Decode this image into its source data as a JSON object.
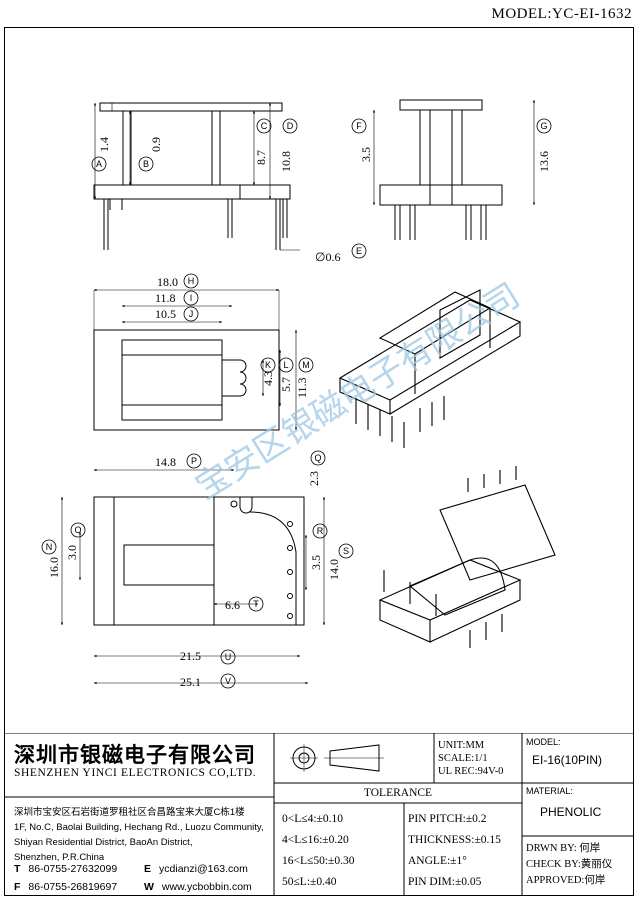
{
  "header": {
    "model_label": "MODEL:YC-EI-1632"
  },
  "dimensions": {
    "d1": "1.4",
    "d2": "0.9",
    "d3": "8.7",
    "d4": "10.8",
    "d5": "3.5",
    "d6": "13.6",
    "d7": "∅0.6",
    "d8": "18.0",
    "d9": "11.8",
    "d10": "10.5",
    "d11": "4.3",
    "d12": "5.7",
    "d13": "11.3",
    "d14": "14.8",
    "d15": "2.3",
    "d16": "16.0",
    "d17": "3.0",
    "d18": "3.5",
    "d19": "14.0",
    "d20": "6.6",
    "d21": "21.5",
    "d22": "25.1"
  },
  "callouts": [
    "A",
    "B",
    "C",
    "D",
    "E",
    "F",
    "G",
    "H",
    "I",
    "J",
    "K",
    "L",
    "M",
    "N",
    "O",
    "P",
    "Q",
    "R",
    "S",
    "T",
    "U",
    "V"
  ],
  "watermark": "宝安区银磁电子有限公司",
  "title_block": {
    "company_cn": "深圳市银磁电子有限公司",
    "company_en": "SHENZHEN YINCI ELECTRONICS CO,LTD.",
    "address": [
      "深圳市宝安区石岩街道罗租社区合昌路宝来大厦C栋1楼",
      "1F, No.C, Baolai Building, Hechang Rd., Luozu Community,",
      "Shiyan Residential District, BaoAn District,",
      "Shenzhen, P.R.China"
    ],
    "tel_label": "T",
    "tel": "86-0755-27632099",
    "fax_label": "F",
    "fax": "86-0755-26819697",
    "email_label": "E",
    "email": "ycdianzi@163.com",
    "web_label": "W",
    "web": "www.ycbobbin.com",
    "unit": "UNIT:MM",
    "scale": "SCALE:1/1",
    "ul": "UL REC:94V-0",
    "tolerance_title": "TOLERANCE",
    "tolerances": [
      [
        "0<L≤4:±0.10",
        "PIN PITCH:±0.2"
      ],
      [
        "4<L≤16:±0.20",
        "THICKNESS:±0.15"
      ],
      [
        "16<L≤50:±0.30",
        "ANGLE:±1°"
      ],
      [
        "50≤L:±0.40",
        "PIN DIM:±0.05"
      ]
    ],
    "model_label": "MODEL:",
    "model_value": "EI-16(10PIN)",
    "material_label": "MATERIAL:",
    "material_value": "PHENOLIC",
    "drawn_by": "DRWN BY: 何岸",
    "check_by": "CHECK BY:黄丽仪",
    "approved": "APPROVED:何岸"
  }
}
